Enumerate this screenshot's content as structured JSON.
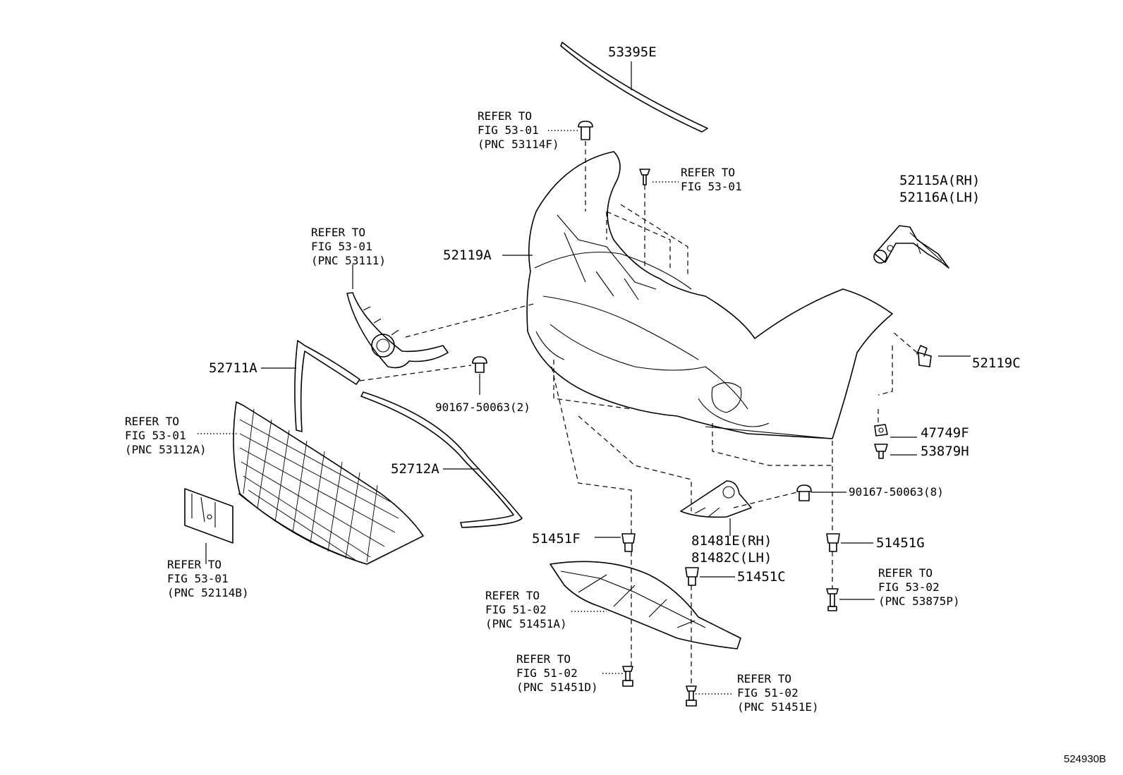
{
  "figure_id": "524930B",
  "labels": {
    "p53395E": "53395E",
    "p52119A": "52119A",
    "p52115A": "52115A(RH)",
    "p52116A": "52116A(LH)",
    "p52119C": "52119C",
    "p52711A": "52711A",
    "p52712A": "52712A",
    "p90167_2": "90167-50063(2)",
    "p90167_8": "90167-50063(8)",
    "p47749F": "47749F",
    "p53879H": "53879H",
    "p51451F": "51451F",
    "p51451G": "51451G",
    "p51451C": "51451C",
    "p81481E": "81481E(RH)",
    "p81482C": "81482C(LH)"
  },
  "refs": {
    "r53114F": [
      "REFER TO",
      "FIG 53-01",
      "(PNC 53114F)"
    ],
    "rTop": [
      "REFER TO",
      "FIG 53-01"
    ],
    "r53111": [
      "REFER TO",
      "FIG 53-01",
      "(PNC 53111)"
    ],
    "r53112A": [
      "REFER TO",
      "FIG 53-01",
      "(PNC 53112A)"
    ],
    "r52114B": [
      "REFER TO",
      "FIG 53-01",
      "(PNC 52114B)"
    ],
    "r51451A": [
      "REFER TO",
      "FIG 51-02",
      "(PNC 51451A)"
    ],
    "r51451D": [
      "REFER TO",
      "FIG 51-02",
      "(PNC 51451D)"
    ],
    "r51451E": [
      "REFER TO",
      "FIG 51-02",
      "(PNC 51451E)"
    ],
    "r53875P": [
      "REFER TO",
      "FIG 53-02",
      "(PNC 53875P)"
    ]
  }
}
